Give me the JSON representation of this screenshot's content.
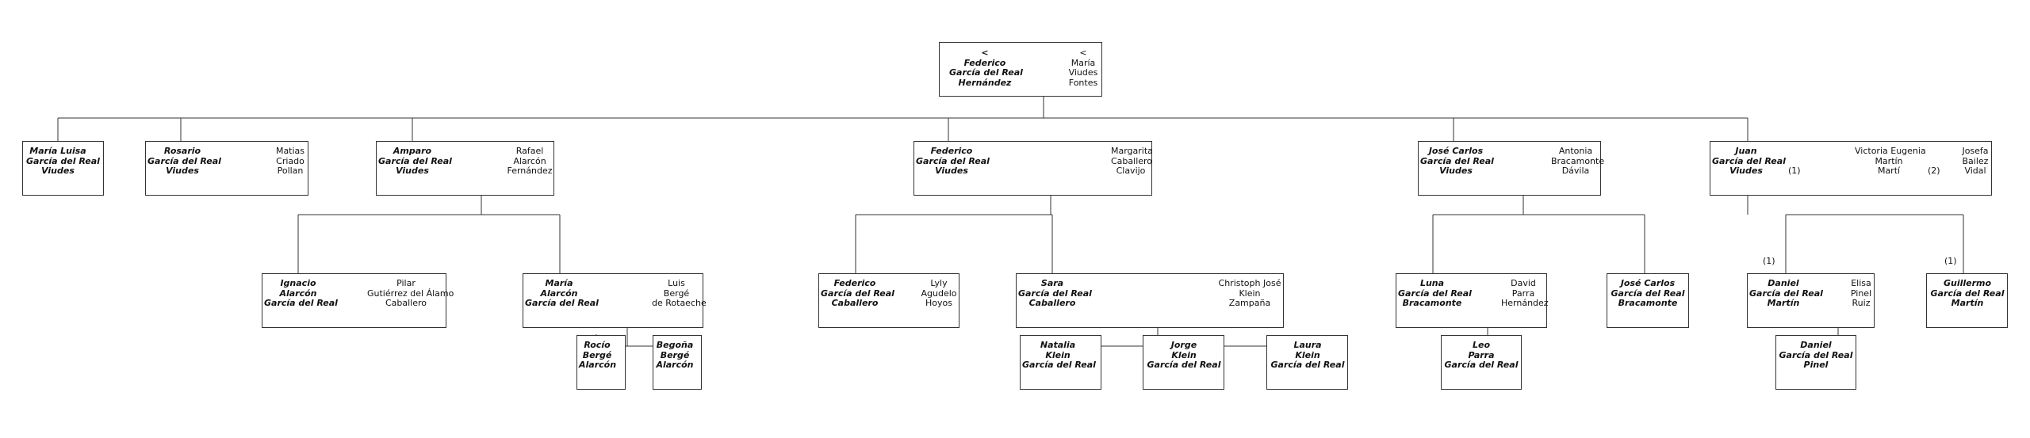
{
  "root": {
    "person": "<\nFederico\nGarcía del Real\nHernández",
    "spouse": "<\nMaría\nViudes\nFontes"
  },
  "gen2": {
    "maria_luisa": "María Luisa\nGarcía del Real\nViudes",
    "rosario": "Rosario\nGarcía del Real\nViudes",
    "rosario_spouse": "Matias\nCriado\nPollan",
    "amparo": "Amparo\nGarcía del Real\nViudes",
    "amparo_spouse": "Rafael\nAlarcón\nFernández",
    "federico": "Federico\nGarcía del Real\nViudes",
    "federico_spouse": "Margarita\nCaballero\nClavijo",
    "jose_carlos": "José Carlos\nGarcía del Real\nViudes",
    "jose_carlos_spouse": "Antonia\nBracamonte\nDávila",
    "juan": "Juan\nGarcía del Real\nViudes",
    "juan_spouse1": "Victoria Eugenia\nMartín\nMartí",
    "juan_spouse2": "Josefa\nBailez\nVidal",
    "juan_marker1": "(1)",
    "juan_marker2": "(2)"
  },
  "gen3": {
    "ignacio": "Ignacio\nAlarcón\nGarcía del Real",
    "ignacio_spouse": "Pilar\nGutiérrez del Álamo\nCaballero",
    "maria": "María\nAlarcón\nGarcía del Real",
    "maria_spouse": "Luis\nBergé\nde Rotaeche",
    "federico_c": "Federico\nGarcía del Real\nCaballero",
    "federico_c_spouse": "Lyly\nAgudelo\nHoyos",
    "sara": "Sara\nGarcía del Real\nCaballero",
    "sara_spouse": "Christoph José\nKlein\nZampaña",
    "luna": "Luna\nGarcía del Real\nBracamonte",
    "luna_spouse": "David\nParra\nHernández",
    "jose_carlos_b": "José Carlos\nGarcía del Real\nBracamonte",
    "daniel": "Daniel\nGarcía del Real\nMartín",
    "daniel_marker": "(1)",
    "daniel_spouse": "Elisa\nPinel\nRuiz",
    "guillermo": "Guillermo\nGarcía del Real\nMartín",
    "guillermo_marker": "(1)"
  },
  "gen4": {
    "rocio": "Rocío\nBergé\nAlarcón",
    "begona": "Begoña\nBergé\nAlarcón",
    "natalia": "Natalia\nKlein\nGarcía del Real",
    "jorge": "Jorge\nKlein\nGarcía del Real",
    "laura": "Laura\nKlein\nGarcía del Real",
    "leo": "Leo\nParra\nGarcía del Real",
    "daniel_p": "Daniel\nGarcía del Real\nPinel"
  }
}
